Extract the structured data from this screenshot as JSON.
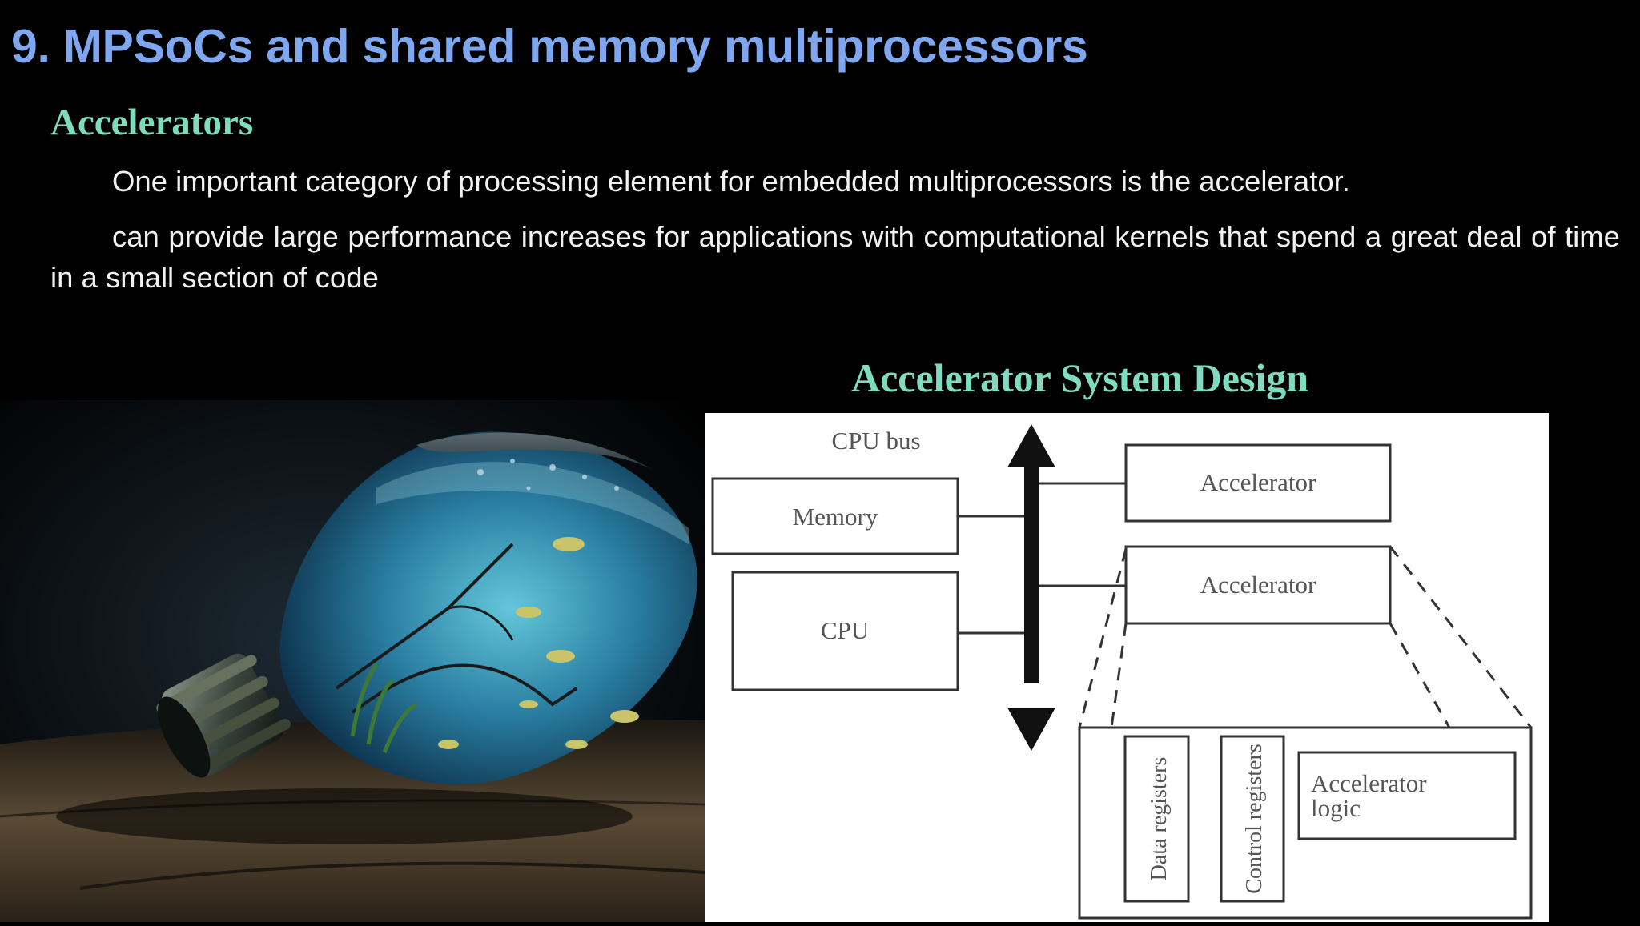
{
  "slide": {
    "title": "9. MPSoCs and shared memory multiprocessors",
    "section_heading": "Accelerators",
    "paragraphs": [
      "One important category of processing element for embedded multiprocessors is the accelerator.",
      "can provide large performance increases for applications with computational kernels that spend a great deal of time in a small section of code"
    ]
  },
  "diagram": {
    "title": "Accelerator System Design",
    "cpu_bus_label": "CPU bus",
    "memory_label": "Memory",
    "cpu_label": "CPU",
    "accelerator_1_label": "Accelerator",
    "accelerator_2_label": "Accelerator",
    "data_registers_label": "Data registers",
    "control_registers_label": "Control registers",
    "accelerator_logic_line1": "Accelerator",
    "accelerator_logic_line2": "logic"
  },
  "colors": {
    "title": "#7ea7ef",
    "heading": "#7fdcc0",
    "body_text": "#f2f2f2",
    "background": "#000000"
  }
}
